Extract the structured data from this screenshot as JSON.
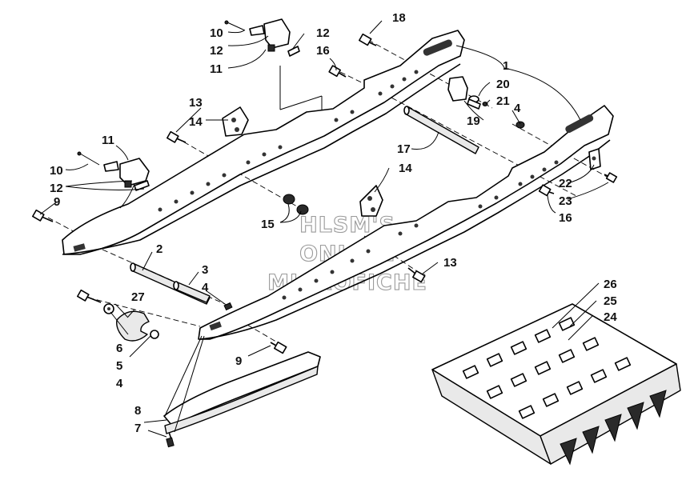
{
  "diagram": {
    "watermark_lines": [
      "HLSM'S",
      "ONLINE",
      "MICROFICHE"
    ],
    "callouts": {
      "c1": "1",
      "c2": "2",
      "c3": "3",
      "c4a": "4",
      "c4b": "4",
      "c4c": "4",
      "c5": "5",
      "c6": "6",
      "c7": "7",
      "c8": "8",
      "c9a": "9",
      "c9b": "9",
      "c10a": "10",
      "c10b": "10",
      "c11a": "11",
      "c11b": "11",
      "c12a": "12",
      "c12b": "12",
      "c12c": "12",
      "c13a": "13",
      "c13b": "13",
      "c14a": "14",
      "c14b": "14",
      "c15": "15",
      "c16a": "16",
      "c16b": "16",
      "c17": "17",
      "c18": "18",
      "c19": "19",
      "c20": "20",
      "c21": "21",
      "c22": "22",
      "c23": "23",
      "c24": "24",
      "c25": "25",
      "c26": "26",
      "c27": "27"
    }
  }
}
